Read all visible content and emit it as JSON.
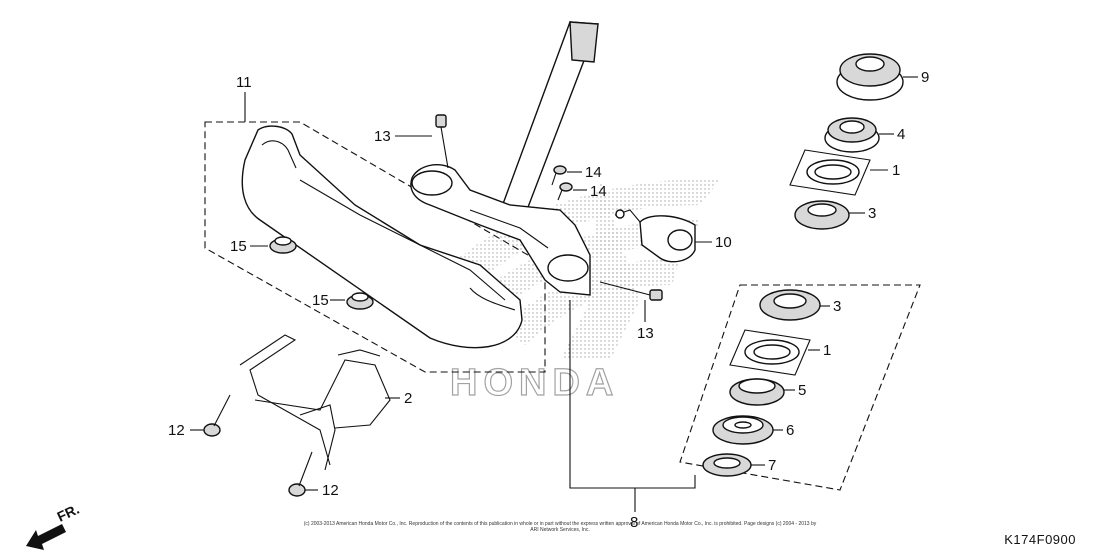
{
  "callouts": {
    "c1a": "1",
    "c1b": "1",
    "c2": "2",
    "c3a": "3",
    "c3b": "3",
    "c4": "4",
    "c5": "5",
    "c6": "6",
    "c7": "7",
    "c8": "8",
    "c9": "9",
    "c10": "10",
    "c11": "11",
    "c12a": "12",
    "c12b": "12",
    "c13a": "13",
    "c13b": "13",
    "c14a": "14",
    "c14b": "14",
    "c15a": "15",
    "c15b": "15"
  },
  "direction_arrow": {
    "label": "FR."
  },
  "watermark": {
    "text": "HONDA"
  },
  "fine_print": "(c) 2003-2013 American Honda Motor Co., Inc. Reproduction of the contents of this publication in whole or in part without the express written approval of American Honda Motor Co., Inc. is prohibited. Page designs (c) 2004 - 2013 by ARI Network Services, Inc.",
  "diagram_code": "K174F0900"
}
